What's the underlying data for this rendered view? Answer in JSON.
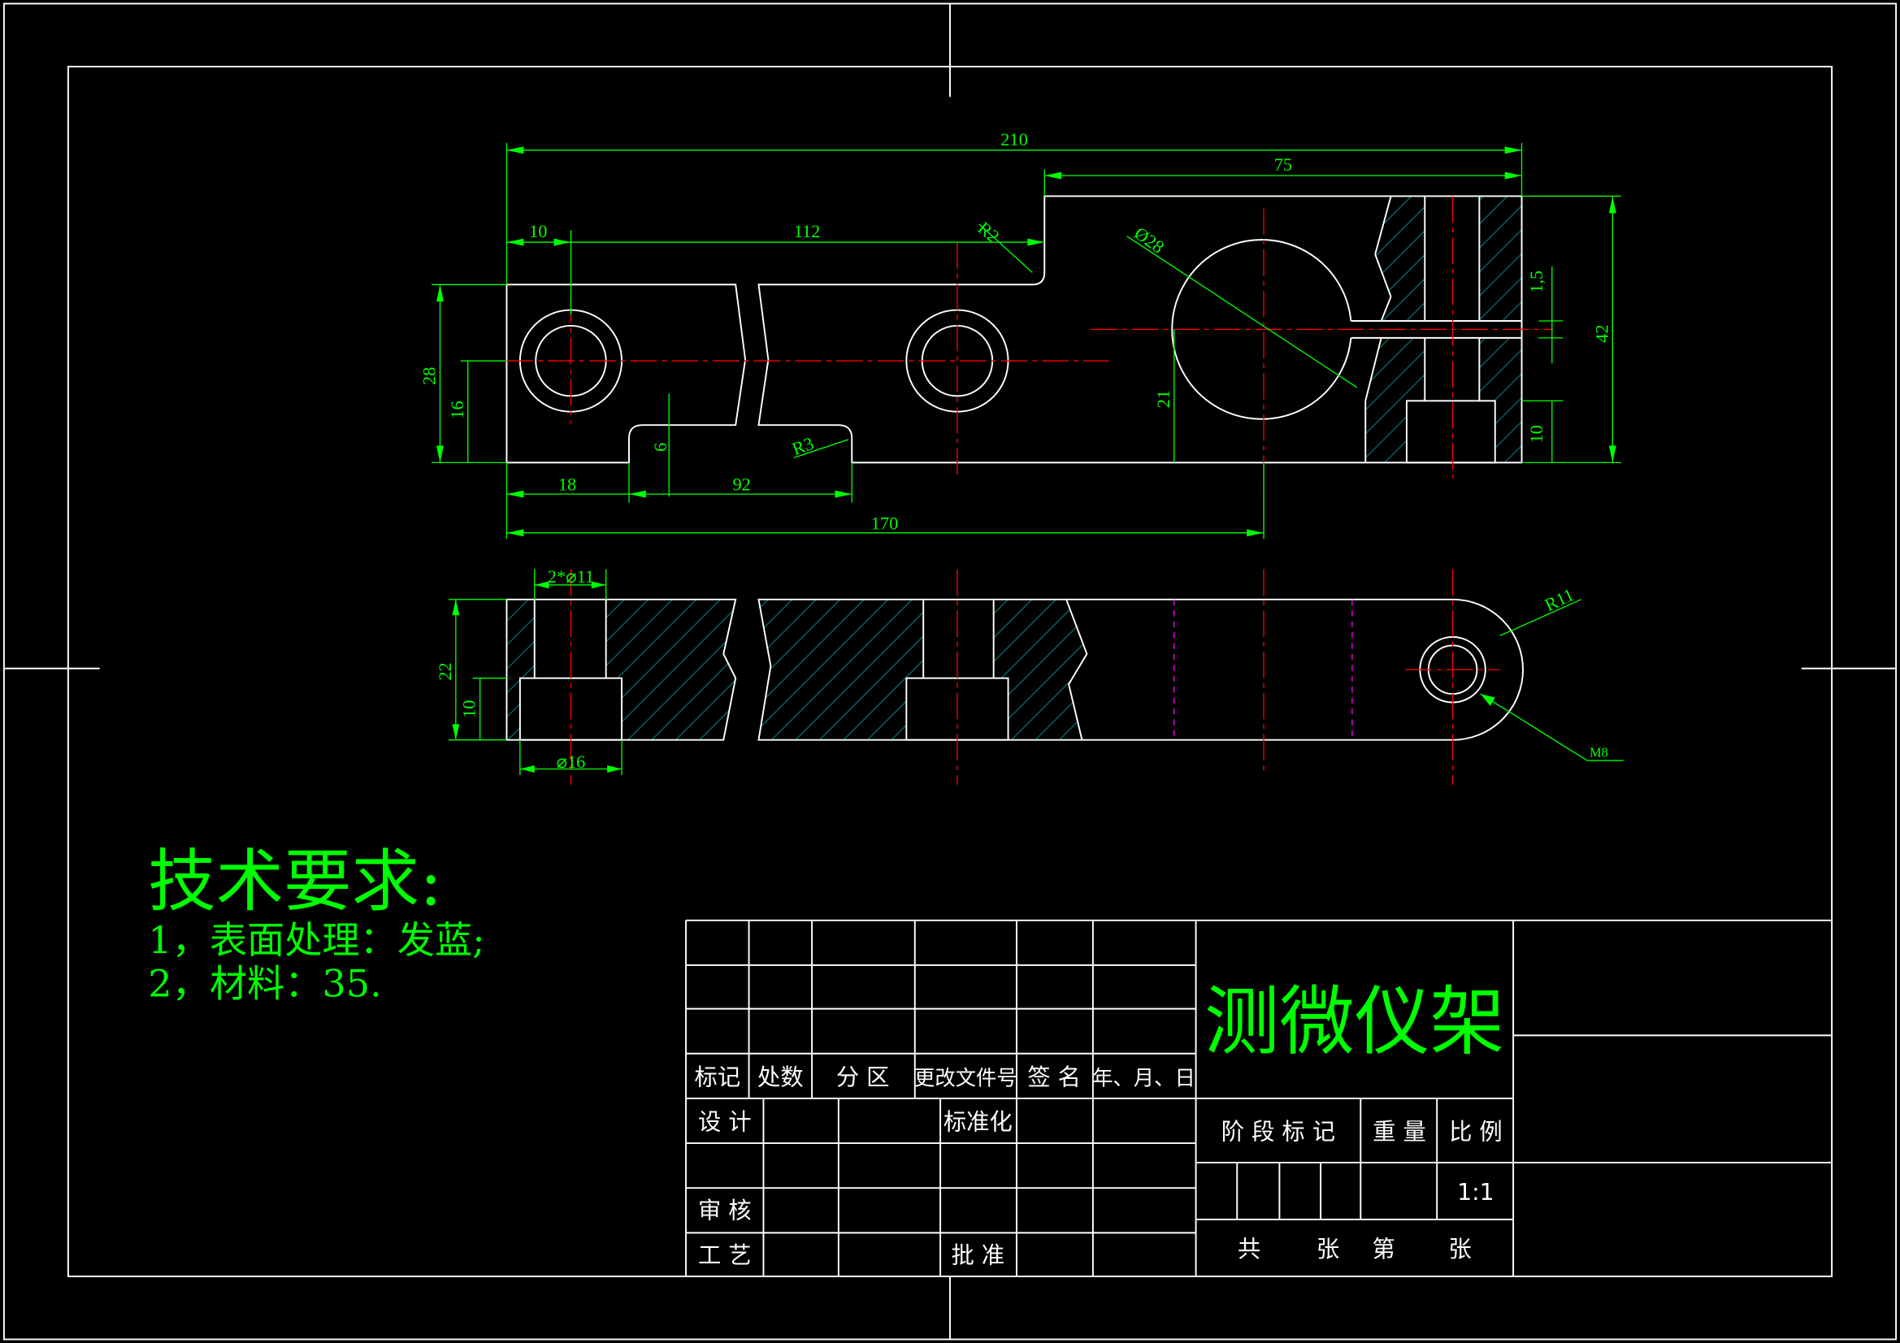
{
  "colors": {
    "background": "#000000",
    "outline": "#ffffff",
    "dimension": "#00ff00",
    "centerline": "#ff0000",
    "hatch": "#00ffff",
    "hidden": "#ff00ff"
  },
  "dimensions": {
    "top_view": {
      "overall": "210",
      "right_part": "75",
      "d10": "10",
      "d112": "112",
      "r2": "R2",
      "dia28": "Ø28",
      "d1_5": "1,5",
      "d42": "42",
      "d28": "28",
      "d16": "16",
      "d6": "6",
      "r3": "R3",
      "d21": "21",
      "d10b": "10",
      "d18": "18",
      "d92": "92",
      "d170": "170"
    },
    "front_view": {
      "holes": "2*⌀11",
      "cbore": "⌀16",
      "d22": "22",
      "d10": "10",
      "r11": "R11",
      "thread": "M8"
    }
  },
  "notes": {
    "title": "技术要求:",
    "items": [
      "1，表面处理：发蓝;",
      "2，材料：35."
    ]
  },
  "title_block": {
    "drawing_name": "测微仪架",
    "header": [
      "标记",
      "处数",
      "分 区",
      "更改文件号",
      "签 名",
      "年、月、日"
    ],
    "design": "设 计",
    "standardize": "标准化",
    "review": "审 核",
    "process": "工 艺",
    "approve": "批 准",
    "stage_mark": "阶 段 标 记",
    "weight": "重 量",
    "scale_label": "比 例",
    "scale": "1:1",
    "total": "共",
    "sheets": "张",
    "sheet_no": "第",
    "sheet": "张"
  }
}
